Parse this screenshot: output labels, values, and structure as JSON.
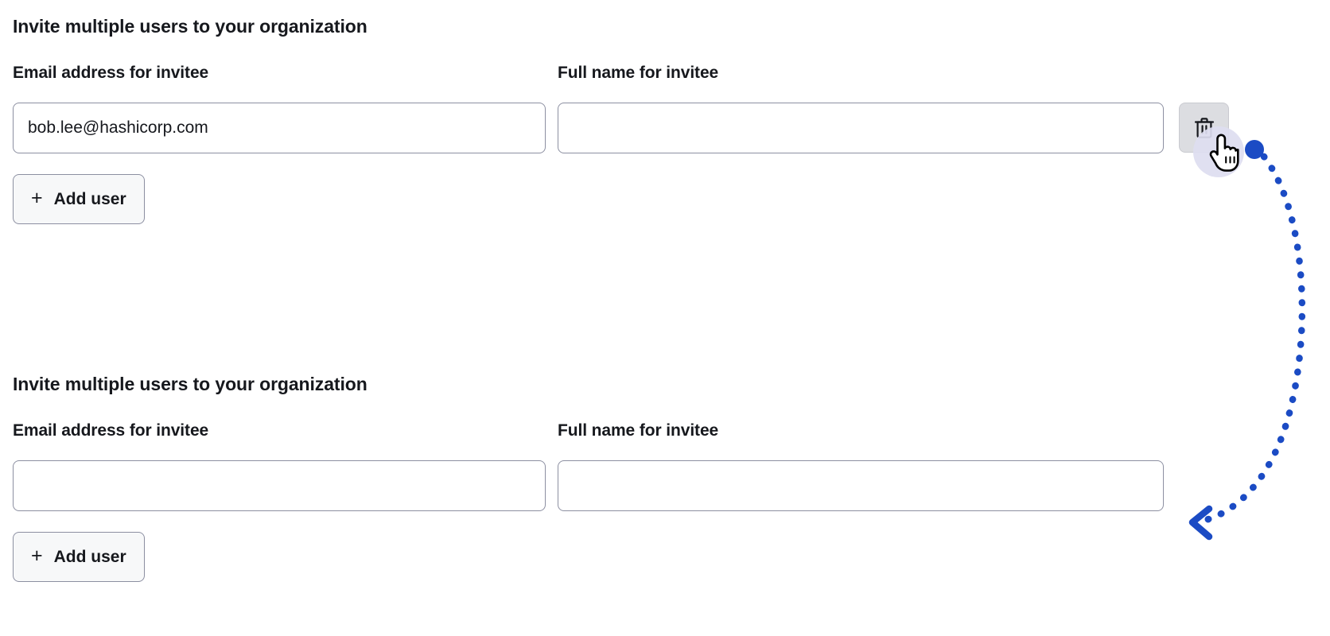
{
  "app": {
    "background_color": "#ffffff",
    "text_color": "#16181d",
    "border_color": "#8c8fa1",
    "accent_color": "#1b4bc4"
  },
  "sections": [
    {
      "heading": "Invite multiple users to your organization",
      "email_field": {
        "label": "Email address for invitee",
        "value": "bob.lee@hashicorp.com",
        "placeholder": ""
      },
      "fullname_field": {
        "label": "Full name for invitee",
        "value": "",
        "placeholder": ""
      },
      "delete_button": {
        "icon": "trash-icon",
        "label": "",
        "visible": true
      },
      "add_user_button": {
        "icon": "plus-icon",
        "plus_glyph": "+",
        "label": "Add user"
      }
    },
    {
      "heading": "Invite multiple users to your organization",
      "email_field": {
        "label": "Email address for invitee",
        "value": "",
        "placeholder": ""
      },
      "fullname_field": {
        "label": "Full name for invitee",
        "value": "",
        "placeholder": ""
      },
      "delete_button": {
        "icon": "trash-icon",
        "label": "",
        "visible": false
      },
      "add_user_button": {
        "icon": "plus-icon",
        "plus_glyph": "+",
        "label": "Add user"
      }
    }
  ],
  "annotation": {
    "cursor_icon": "pointer-hand-cursor",
    "click_marker_icon": "click-dot-marker",
    "arrow_icon": "dotted-curved-arrow",
    "arrow_color": "#1b4bc4",
    "halo_color": "#ddddf0",
    "start_point": "1577,188",
    "end_point": "1500,657"
  }
}
